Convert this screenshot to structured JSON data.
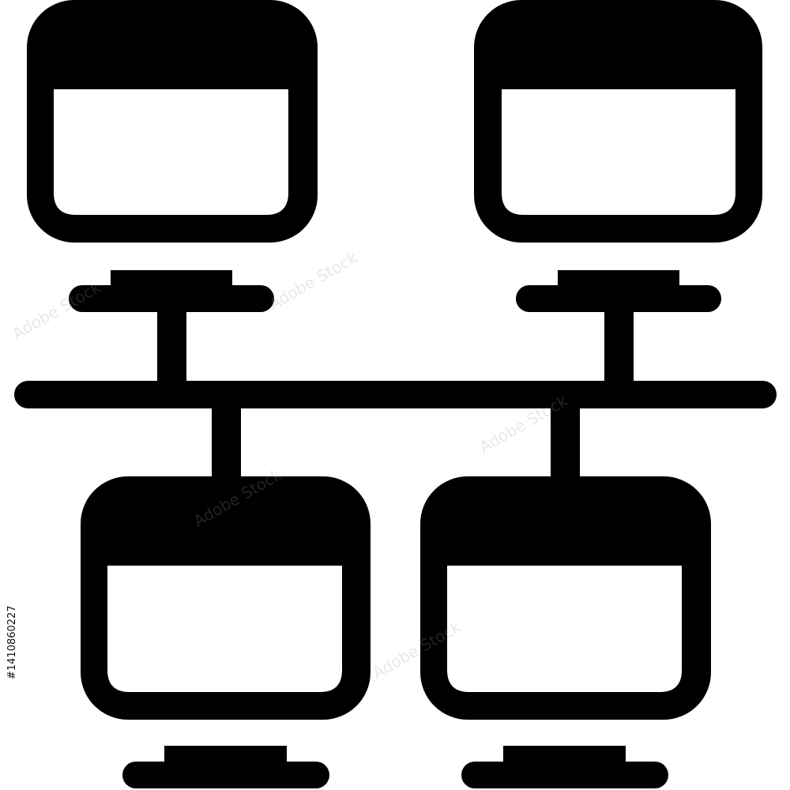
{
  "icon": {
    "name": "network-computers-icon",
    "description_name": "lan-network",
    "foreground_color": "#000000",
    "background_color": "#ffffff",
    "screen_fill_color": "#ffffff"
  },
  "watermark": {
    "brand": "Adobe Stock",
    "asset_id": "#1410860227",
    "color": "#9a9a9a"
  }
}
